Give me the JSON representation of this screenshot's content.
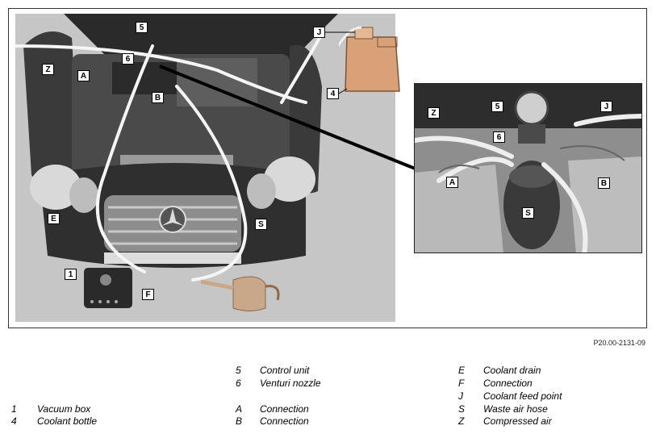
{
  "figure_id": "P20.00-2131-09",
  "callouts_main": {
    "c5": "5",
    "c6": "6",
    "cZ": "Z",
    "cA": "A",
    "cB": "B",
    "cJ": "J",
    "c4": "4",
    "cE": "E",
    "cS": "S",
    "c1": "1",
    "cF": "F"
  },
  "callouts_inset": {
    "c5": "5",
    "cJ": "J",
    "cZ": "Z",
    "c6": "6",
    "cA": "A",
    "cB": "B",
    "cS": "S"
  },
  "legend": {
    "col1": [
      {
        "key": "1",
        "label": "Vacuum box"
      },
      {
        "key": "4",
        "label": "Coolant bottle"
      }
    ],
    "col2": [
      {
        "key": "5",
        "label": "Control unit"
      },
      {
        "key": "6",
        "label": "Venturi nozzle"
      },
      {
        "key": "A",
        "label": "Connection"
      },
      {
        "key": "B",
        "label": "Connection"
      }
    ],
    "col3": [
      {
        "key": "E",
        "label": "Coolant drain"
      },
      {
        "key": "F",
        "label": "Connection"
      },
      {
        "key": "J",
        "label": "Coolant feed point"
      },
      {
        "key": "S",
        "label": "Waste air hose"
      },
      {
        "key": "Z",
        "label": "Compressed air"
      }
    ]
  }
}
